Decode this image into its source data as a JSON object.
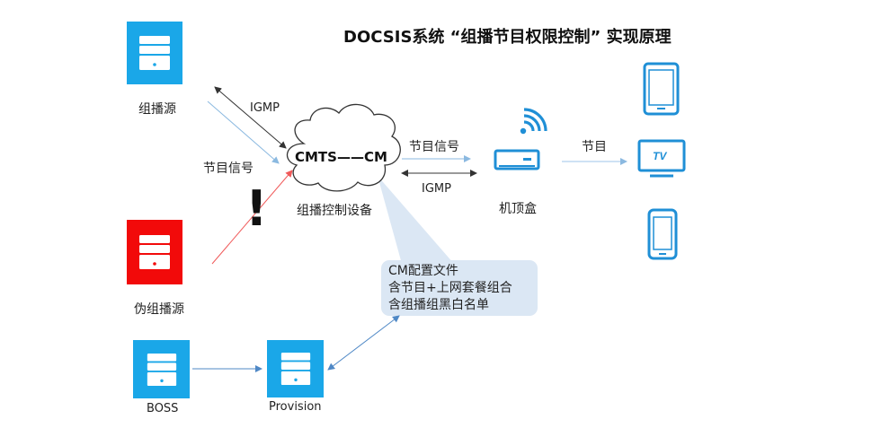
{
  "title": "DOCSIS系统 “组播节目权限控制” 实现原理",
  "nodes": {
    "multicast_source": "组播源",
    "fake_multicast_source": "伪组播源",
    "boss": "BOSS",
    "provision": "Provision",
    "cmts_cm": "CMTS——CM",
    "multicast_control_device": "组播控制设备",
    "set_top_box": "机顶盒"
  },
  "edge_labels": {
    "igmp_top": "IGMP",
    "program_signal_left": "节目信号",
    "program_signal_right": "节目信号",
    "igmp_right": "IGMP",
    "program": "节目"
  },
  "callout": {
    "line1": "CM配置文件",
    "line2": "含节目+上网套餐组合",
    "line3": "含组播组黑白名单"
  },
  "alert_symbol": "!",
  "colors": {
    "server_blue": "#1aa7e8",
    "server_red": "#f20a0a",
    "device_blue": "#1f8fd6",
    "arrow_light_blue": "#9dc6e8",
    "arrow_red": "#f05a5a",
    "arrow_dark": "#333333",
    "callout_fill": "#dbe7f4"
  },
  "icons": [
    "server-icon",
    "cloud-icon",
    "router-icon",
    "wifi-icon",
    "tablet-icon",
    "tv-icon",
    "phone-icon"
  ]
}
